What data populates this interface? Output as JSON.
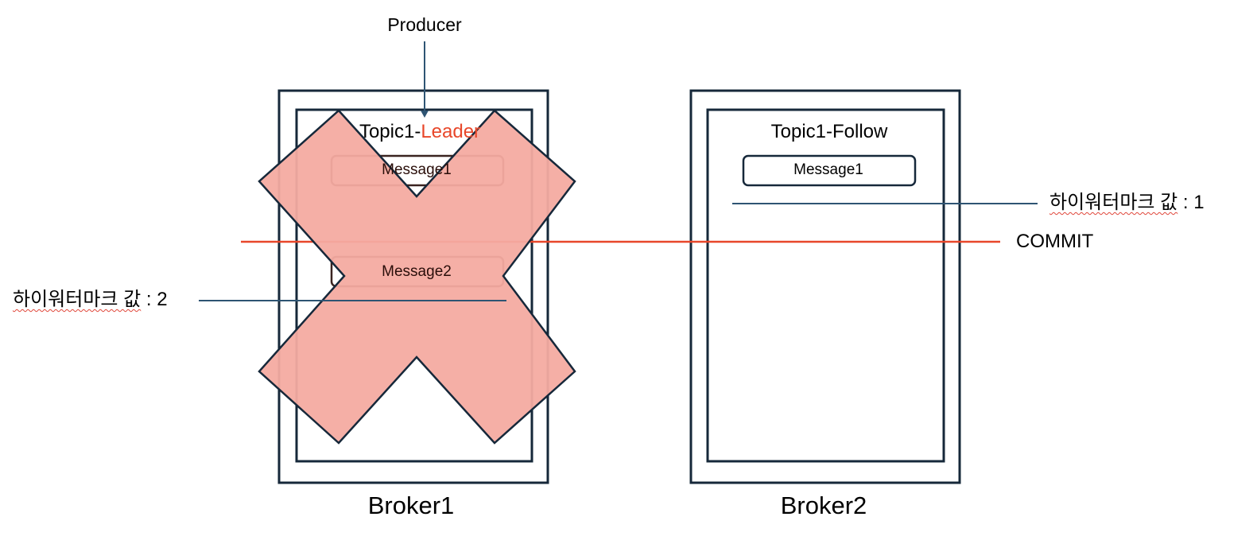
{
  "producer": "Producer",
  "brokers": [
    {
      "name": "Broker1",
      "topic_prefix": "Topic1-",
      "topic_role": "Leader",
      "messages": [
        "Message1",
        "Message2"
      ]
    },
    {
      "name": "Broker2",
      "topic_prefix": "Topic1-",
      "topic_role": "Follow",
      "messages": [
        "Message1"
      ]
    }
  ],
  "commit_label": "COMMIT",
  "high_watermark": {
    "label": "하이워터마크 값",
    "separator": " : ",
    "leader_value": "2",
    "follower_value": "1"
  },
  "colors": {
    "outline": "#16283a",
    "connector": "#2e5473",
    "commit_line": "#e8472a",
    "leader_text": "#e8472a",
    "cross_fill": "#f4aba1"
  }
}
